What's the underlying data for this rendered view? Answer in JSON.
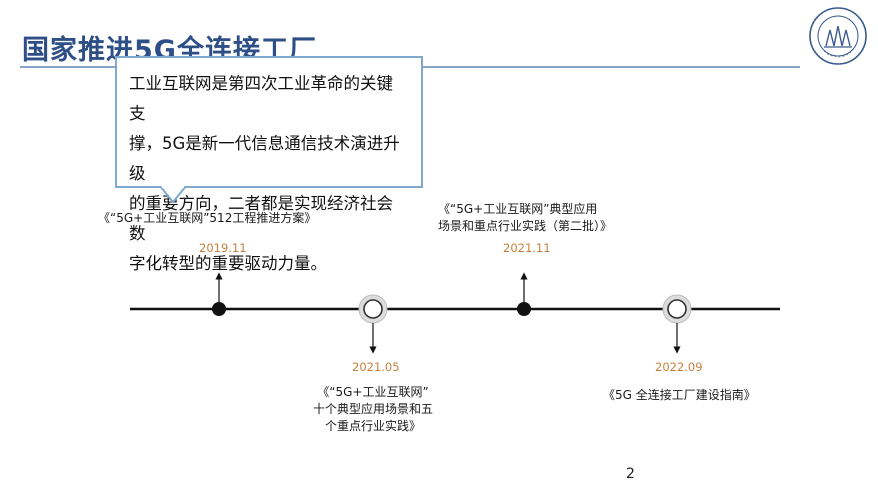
{
  "slide": {
    "title": "国家推进5G全连接工厂",
    "page_number": "2"
  },
  "callout": {
    "lines": [
      "工业互联网是第四次工业革命的关键支",
      "撑，5G是新一代信息通信技术演进升级",
      "的重要方向，二者都是实现经济社会数",
      "字化转型的重要驱动力量。"
    ]
  },
  "timeline": {
    "events": [
      {
        "date": "2019.11",
        "lines": [
          "《“5G+工业互联网”512工程推进方案》"
        ]
      },
      {
        "date": "2021.05",
        "lines": [
          "《“5G+工业互联网”",
          "十个典型应用场景和五",
          "个重点行业实践》"
        ]
      },
      {
        "date": "2021.11",
        "lines": [
          "《“5G+工业互联网”典型应用",
          "场景和重点行业实践（第二批）》"
        ]
      },
      {
        "date": "2022.09",
        "lines": [
          "《5G 全连接工厂建设指南》"
        ]
      }
    ]
  },
  "colors": {
    "title": "#2e4e86",
    "rule": "#8aa3c9",
    "callout_border": "#7fa9cf",
    "date": "#c87f3c",
    "timeline": "#111111",
    "logo": "#3a5a8c"
  },
  "icons": {
    "logo": "university-seal-icon"
  }
}
